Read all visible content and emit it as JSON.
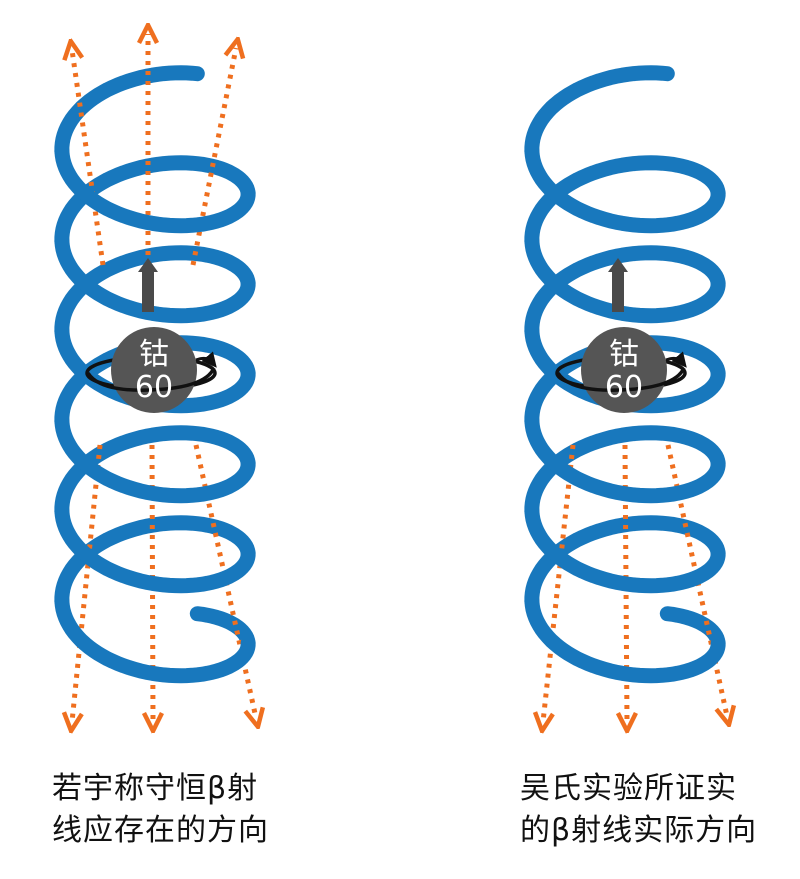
{
  "colors": {
    "coil": "#1878bd",
    "arrow": "#ef6f1f",
    "ball": "#555555",
    "spin_arrow": "#4a4a4a",
    "ring": "#111111",
    "text": "#111111"
  },
  "panels": [
    {
      "id": "left",
      "ball_label_1": "钴",
      "ball_label_2": "60",
      "arrow_directions": [
        "up",
        "down"
      ],
      "caption_lines": [
        "若宇称守恒β射",
        "线应存在的方向"
      ]
    },
    {
      "id": "right",
      "ball_label_1": "钴",
      "ball_label_2": "60",
      "arrow_directions": [
        "down"
      ],
      "caption_lines": [
        "吴氏实验所证实",
        "的β射线实际方向"
      ]
    }
  ]
}
